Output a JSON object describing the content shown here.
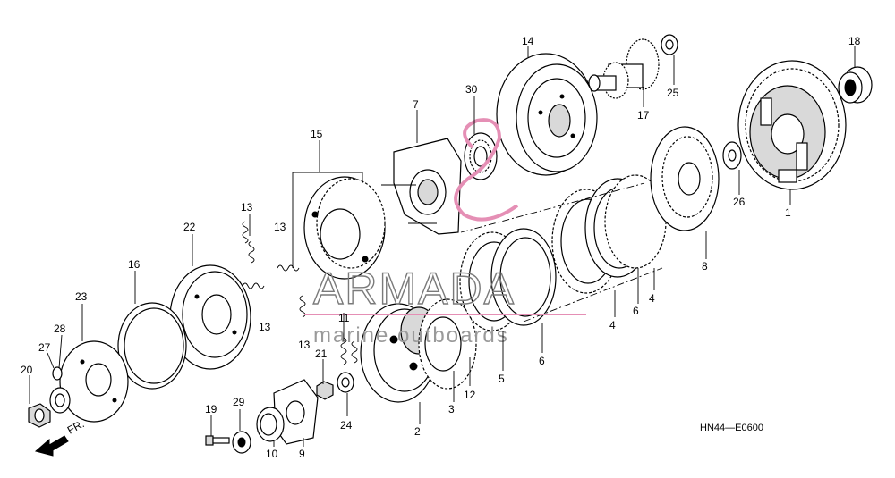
{
  "diagram": {
    "code": "HN44—E0600",
    "front_marker": "FR.",
    "watermark": {
      "brand": "ARMADA",
      "tagline": "marine outboards",
      "accent_color": "#e58fb5"
    },
    "callouts": [
      {
        "id": "c1",
        "text": "1"
      },
      {
        "id": "c2",
        "text": "2"
      },
      {
        "id": "c3",
        "text": "3"
      },
      {
        "id": "c4a",
        "text": "4"
      },
      {
        "id": "c4b",
        "text": "4"
      },
      {
        "id": "c5",
        "text": "5"
      },
      {
        "id": "c6a",
        "text": "6"
      },
      {
        "id": "c6b",
        "text": "6"
      },
      {
        "id": "c7",
        "text": "7"
      },
      {
        "id": "c8",
        "text": "8"
      },
      {
        "id": "c9",
        "text": "9"
      },
      {
        "id": "c10",
        "text": "10"
      },
      {
        "id": "c11",
        "text": "11"
      },
      {
        "id": "c12",
        "text": "12"
      },
      {
        "id": "c13a",
        "text": "13"
      },
      {
        "id": "c13b",
        "text": "13"
      },
      {
        "id": "c13c",
        "text": "13"
      },
      {
        "id": "c13d",
        "text": "13"
      },
      {
        "id": "c14",
        "text": "14"
      },
      {
        "id": "c15",
        "text": "15"
      },
      {
        "id": "c16",
        "text": "16"
      },
      {
        "id": "c17",
        "text": "17"
      },
      {
        "id": "c18",
        "text": "18"
      },
      {
        "id": "c19",
        "text": "19"
      },
      {
        "id": "c20",
        "text": "20"
      },
      {
        "id": "c21",
        "text": "21"
      },
      {
        "id": "c22",
        "text": "22"
      },
      {
        "id": "c23",
        "text": "23"
      },
      {
        "id": "c24",
        "text": "24"
      },
      {
        "id": "c25",
        "text": "25"
      },
      {
        "id": "c26",
        "text": "26"
      },
      {
        "id": "c27",
        "text": "27"
      },
      {
        "id": "c28",
        "text": "28"
      },
      {
        "id": "c29",
        "text": "29"
      },
      {
        "id": "c30",
        "text": "30"
      }
    ]
  }
}
